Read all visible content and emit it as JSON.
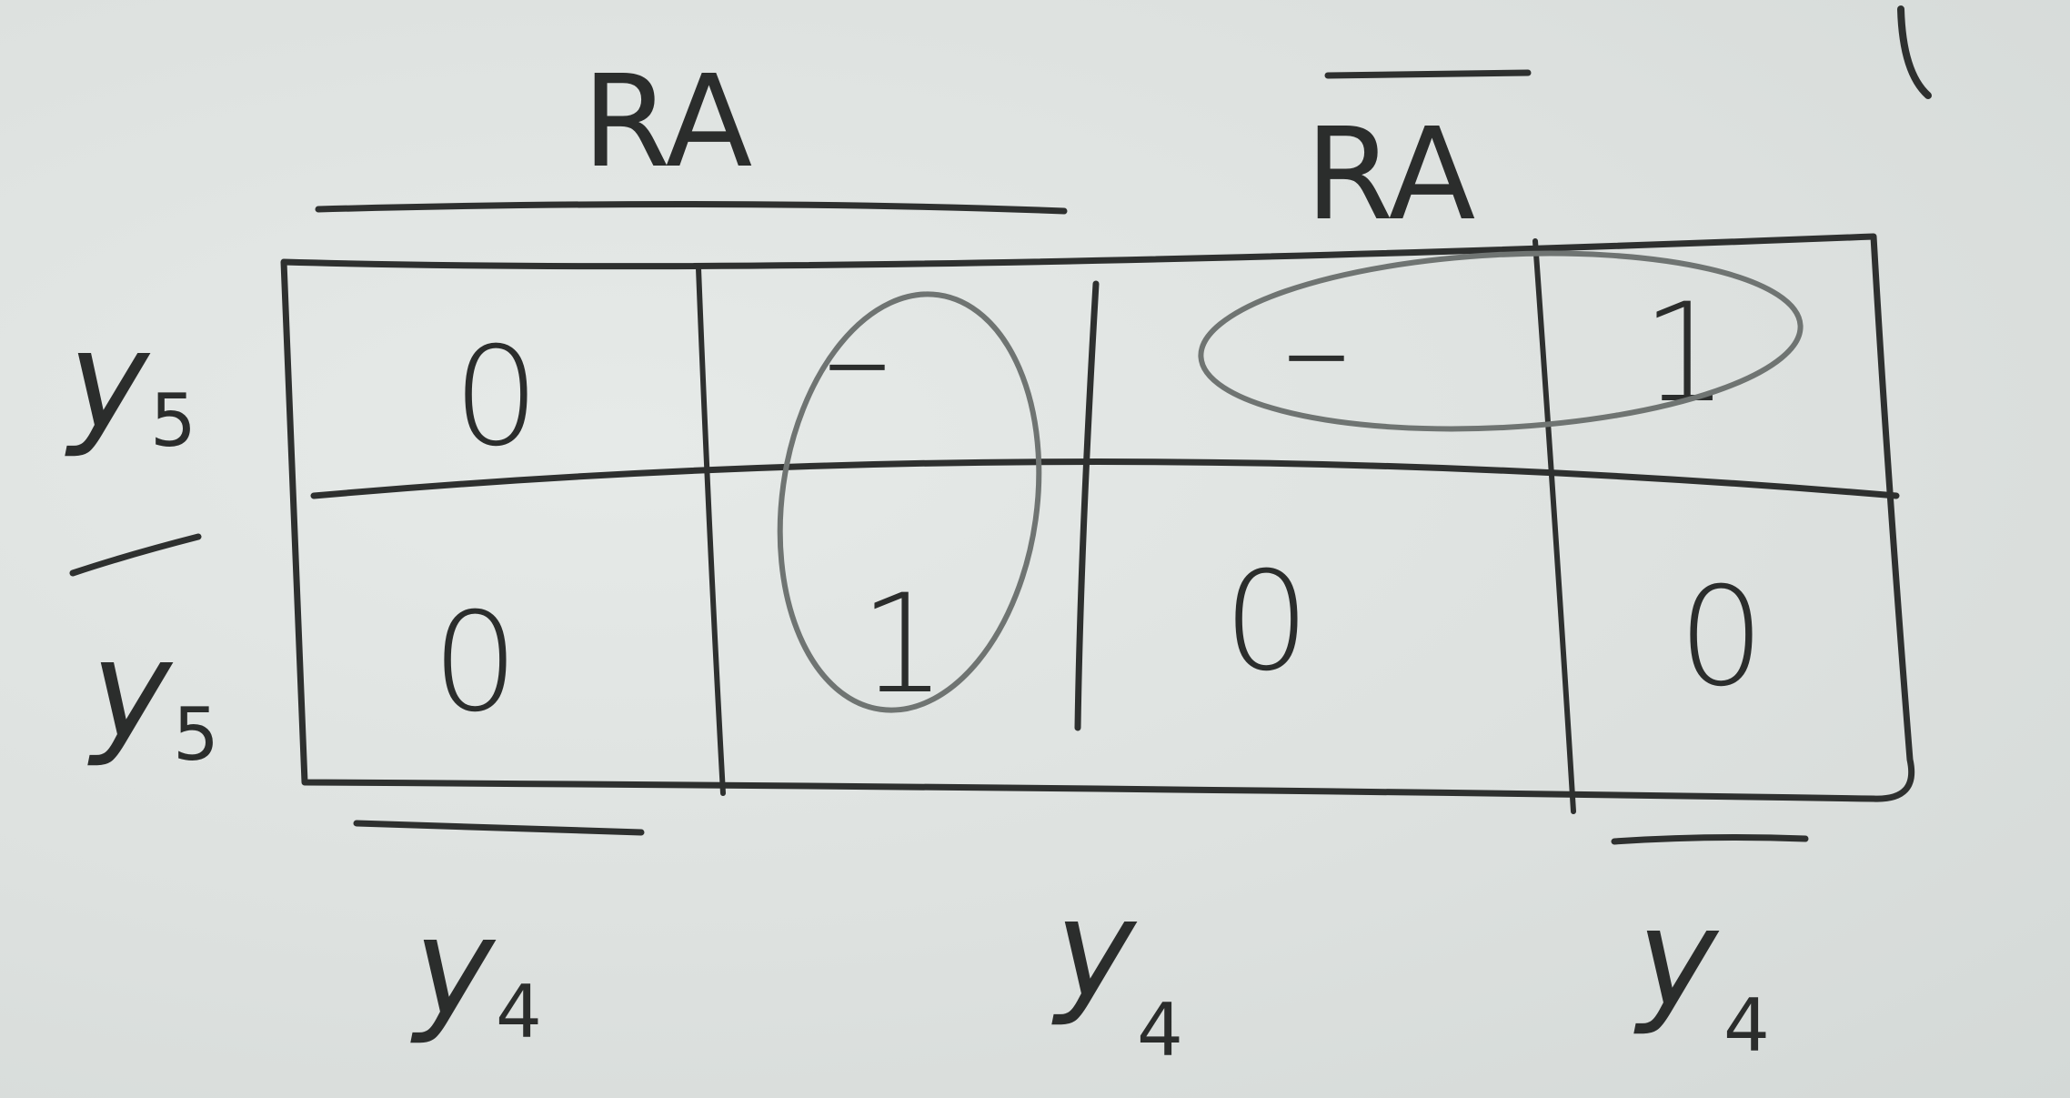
{
  "kmap": {
    "top_left_label": "RA",
    "top_right_label": "RA",
    "top_right_overbar": true,
    "row_labels": [
      {
        "var": "y",
        "sub": "5",
        "overbar": false
      },
      {
        "var": "y",
        "sub": "5",
        "overbar": true
      }
    ],
    "bottom_labels": [
      {
        "var": "y",
        "sub": "4",
        "overbar": true
      },
      {
        "var": "y",
        "sub": "4",
        "overbar": false
      },
      {
        "var": "y",
        "sub": "4",
        "overbar": true
      }
    ],
    "cells": [
      [
        "0",
        "–",
        "–",
        "1"
      ],
      [
        "0",
        "1",
        "0",
        "0"
      ]
    ],
    "groupings": [
      {
        "cells": "column 2, both rows",
        "style": "vertical oval"
      },
      {
        "cells": "row 1, columns 3-4",
        "style": "horizontal oval"
      }
    ],
    "corner_mark": "\\"
  }
}
